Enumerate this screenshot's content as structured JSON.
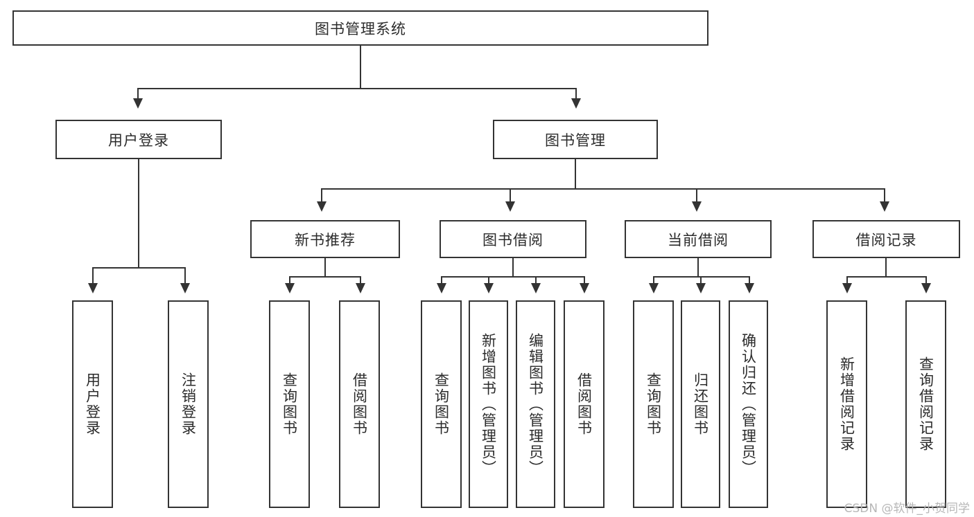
{
  "diagram": {
    "type": "tree-hierarchy",
    "title": "图书管理系统",
    "root": {
      "label": "图书管理系统"
    },
    "level2": [
      {
        "id": "user-login",
        "label": "用户登录"
      },
      {
        "id": "book-manage",
        "label": "图书管理"
      }
    ],
    "level3": [
      {
        "id": "new-book-recommend",
        "label": "新书推荐",
        "parent": "book-manage"
      },
      {
        "id": "book-borrow",
        "label": "图书借阅",
        "parent": "book-manage"
      },
      {
        "id": "current-borrow",
        "label": "当前借阅",
        "parent": "book-manage"
      },
      {
        "id": "borrow-record",
        "label": "借阅记录",
        "parent": "book-manage"
      }
    ],
    "leaves": {
      "user_login": [
        {
          "id": "leaf-user-login",
          "label": "用户登录"
        },
        {
          "id": "leaf-user-logout",
          "label": "注销登录"
        }
      ],
      "new_book_recommend": [
        {
          "id": "leaf-query-book-1",
          "label": "查询图书"
        },
        {
          "id": "leaf-borrow-book-1",
          "label": "借阅图书"
        }
      ],
      "book_borrow": [
        {
          "id": "leaf-query-book-2",
          "label": "查询图书"
        },
        {
          "id": "leaf-add-book",
          "label": "新增图书（管理员）"
        },
        {
          "id": "leaf-edit-book",
          "label": "编辑图书（管理员）"
        },
        {
          "id": "leaf-borrow-book-2",
          "label": "借阅图书"
        }
      ],
      "current_borrow": [
        {
          "id": "leaf-query-book-3",
          "label": "查询图书"
        },
        {
          "id": "leaf-return-book",
          "label": "归还图书"
        },
        {
          "id": "leaf-confirm-return",
          "label": "确认归还（管理员）"
        }
      ],
      "borrow_record": [
        {
          "id": "leaf-add-record",
          "label": "新增借阅记录"
        },
        {
          "id": "leaf-query-record",
          "label": "查询借阅记录"
        }
      ]
    },
    "watermark": "CSDN @软件_小贺同学",
    "colors": {
      "stroke": "#333333",
      "fill": "#ffffff",
      "text": "#2b2b2b",
      "watermark": "#b7b7b7"
    }
  }
}
